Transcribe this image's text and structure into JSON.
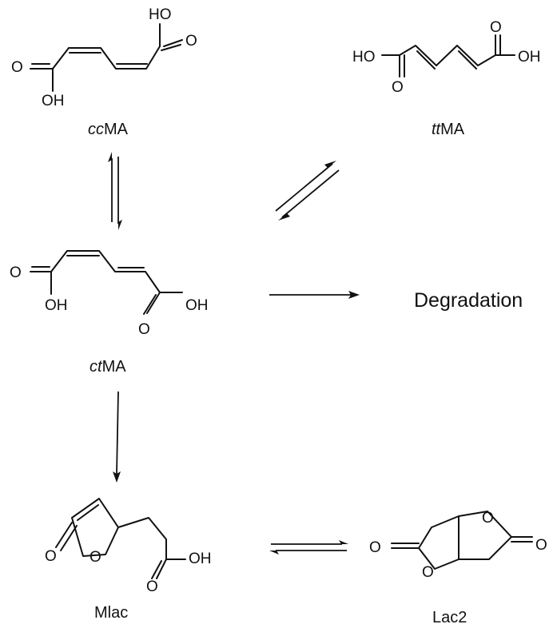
{
  "atoms": {
    "oxygen": "O",
    "hydroxyl_right": "OH",
    "hydroxyl_left": "HO"
  },
  "compounds": {
    "ccMA": {
      "prefix": "cc",
      "suffix": "MA"
    },
    "ttMA": {
      "prefix": "tt",
      "suffix": "MA"
    },
    "ctMA": {
      "prefix": "ct",
      "suffix": "MA"
    },
    "mlac": {
      "label": "Mlac"
    },
    "lac2": {
      "label": "Lac2"
    }
  },
  "outcome": {
    "label": "Degradation"
  },
  "reactions": [
    {
      "from": "ccMA",
      "to": "ctMA",
      "kind": "equilibrium"
    },
    {
      "from": "ctMA",
      "to": "ttMA",
      "kind": "equilibrium"
    },
    {
      "from": "ctMA",
      "to": "Degradation",
      "kind": "forward"
    },
    {
      "from": "ctMA",
      "to": "Mlac",
      "kind": "forward"
    },
    {
      "from": "Mlac",
      "to": "Lac2",
      "kind": "equilibrium"
    }
  ]
}
